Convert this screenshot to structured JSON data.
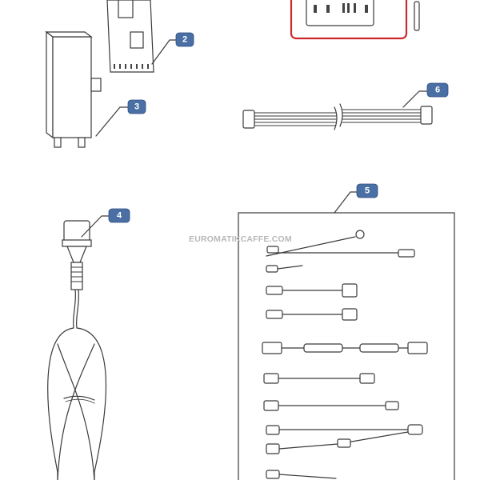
{
  "watermark": "EUROMATIKCAFFE.COM",
  "callouts": [
    {
      "label": "2"
    },
    {
      "label": "3"
    },
    {
      "label": "4"
    },
    {
      "label": "5"
    },
    {
      "label": "6"
    }
  ],
  "colors": {
    "callout_fill": "#4a6fa5",
    "highlight_border": "#cc2a2a",
    "line": "#3a3a3a",
    "watermark": "#b8b8b8"
  },
  "icons": {
    "callout_shape": "rounded-badge-with-leader-line"
  }
}
